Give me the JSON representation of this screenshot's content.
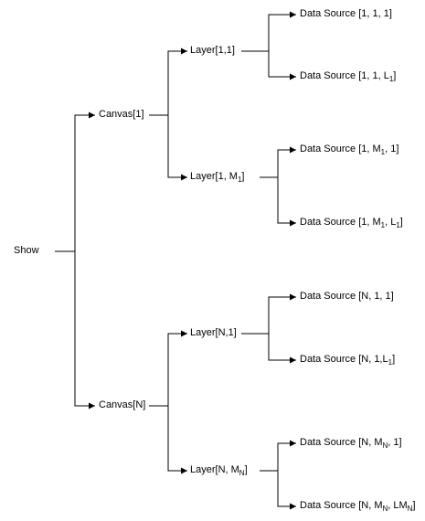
{
  "nodes": {
    "show": {
      "label": "Show"
    },
    "canvas_1": {
      "label": "Canvas[1]"
    },
    "canvas_n": {
      "label": "Canvas[N]"
    },
    "layer_1_1": {
      "label": "Layer[1,1]"
    },
    "layer_1_m1": {
      "main": "Layer[1, M",
      "sub": "1",
      "tail": "]"
    },
    "layer_n_1": {
      "label": "Layer[N,1]"
    },
    "layer_n_mn": {
      "main": "Layer[N, M",
      "sub": "N",
      "tail": "]"
    },
    "ds_1_1_1": {
      "label": "Data Source [1, 1, 1]"
    },
    "ds_1_1_l1": {
      "main": "Data Source [1, 1, L",
      "sub": "1",
      "tail": "]"
    },
    "ds_1_m1_1": {
      "main": "Data Source [1, M",
      "sub": "1",
      "tail": ", 1]"
    },
    "ds_1_m1_l1": {
      "main": "Data Source [1, M",
      "sub": "1",
      "mid": ", L",
      "sub2": "1",
      "tail": "]"
    },
    "ds_n_1_1": {
      "label": "Data Source [N, 1, 1]"
    },
    "ds_n_1_l1": {
      "main": "Data Source [N, 1,L",
      "sub": "1",
      "tail": "]"
    },
    "ds_n_mn_1": {
      "main": "Data Source [N, M",
      "sub": "N",
      "tail": ", 1]"
    },
    "ds_n_mn_lmn": {
      "main": "Data Source [N, M",
      "sub": "N",
      "mid": ", LM",
      "sub2": "N",
      "tail": "]"
    }
  },
  "colors": {
    "line": "#000000",
    "text": "#000000",
    "background": "#ffffff"
  }
}
